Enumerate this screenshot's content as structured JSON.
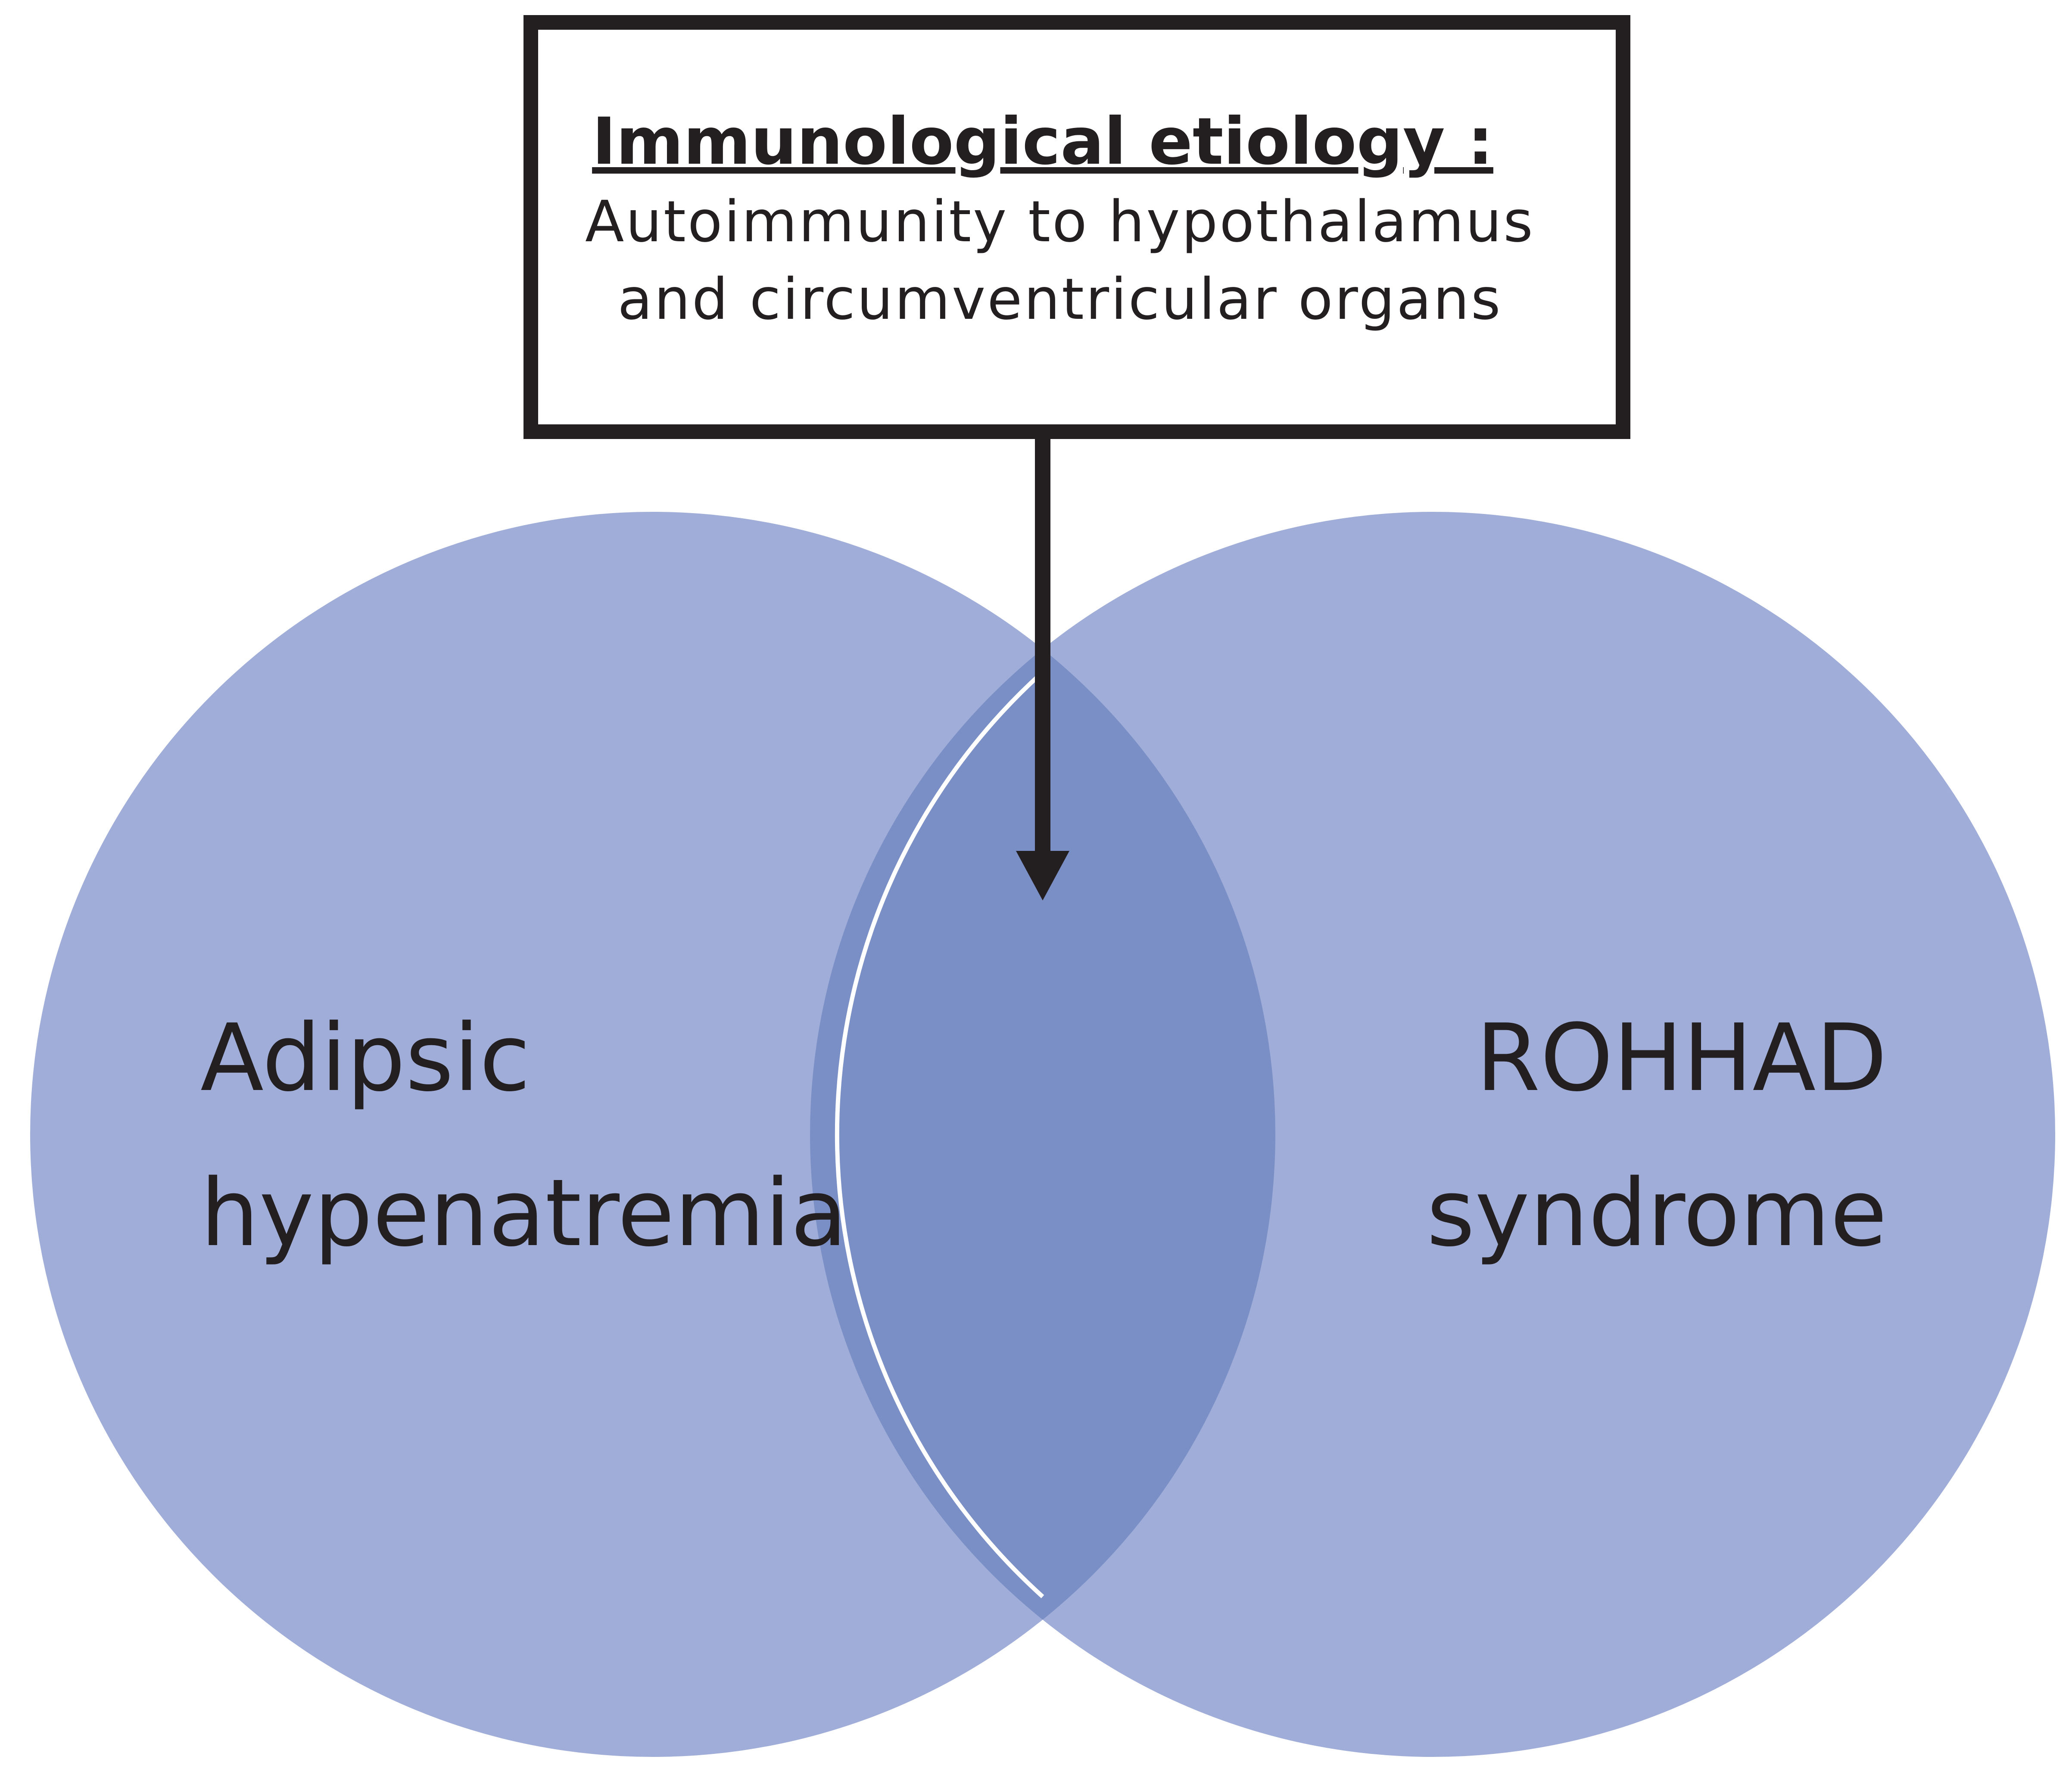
{
  "etiology_box": {
    "title": "Immunological etiology :",
    "line1": "Autoimmunity to hypothalamus",
    "line2": "and circumventricular organs"
  },
  "left_circle": {
    "line1": "Adipsic",
    "line2": "hypenatremia"
  },
  "right_circle": {
    "line1": "ROHHAD",
    "line2": "syndrome"
  },
  "colors": {
    "circle_fill": "#9fadd8",
    "overlap_fill": "#7a8fc6",
    "outline": "#231f20",
    "text": "#231f20"
  }
}
